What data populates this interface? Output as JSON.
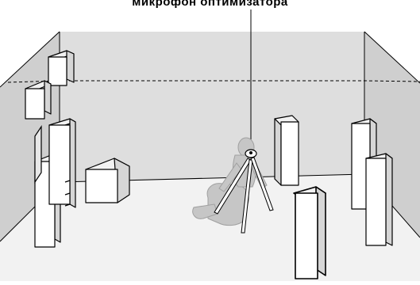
{
  "diagram": {
    "caption": "микрофон оптимизатора",
    "colors": {
      "floor": "#f2f2f2",
      "back_wall": "#dedede",
      "side_wall": "#cfcfcf",
      "outline": "#000000",
      "box_front": "#ffffff",
      "box_side": "#d6d6d6",
      "box_top": "#f2f2f2",
      "listener": "#c6c6c6"
    },
    "speakers": [
      "front-left-speaker",
      "center-speaker",
      "subwoofer",
      "front-right-speaker",
      "surround-left-speaker",
      "surround-right-speaker",
      "surround-back-right-speaker",
      "front-height-left-speaker",
      "rear-height-left-speaker"
    ]
  }
}
